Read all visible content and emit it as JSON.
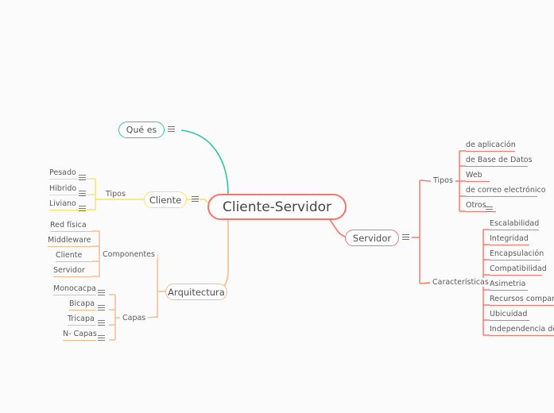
{
  "diagram": {
    "type": "mind-map",
    "background": "#fbfbfb",
    "root": {
      "label": "Cliente-Servidor",
      "color": "#fa7268"
    },
    "colors": {
      "root": "#fa7268",
      "que_es": "#2ec7a2",
      "cliente": "#f6e266",
      "arquitectura": "#f7b98a",
      "servidor": "#fa7268",
      "text": "#5a5a5a"
    },
    "branches": [
      {
        "id": "que-es",
        "label": "Qué es",
        "color": "#2ec7a2",
        "has_icon": true,
        "children": []
      },
      {
        "id": "cliente",
        "label": "Cliente",
        "color": "#f6e266",
        "has_icon": true,
        "groups": [
          {
            "label": "Tipos",
            "items": [
              {
                "label": "Pesado",
                "has_icon": true
              },
              {
                "label": "Hibrido",
                "has_icon": true
              },
              {
                "label": "Liviano",
                "has_icon": true
              }
            ]
          }
        ]
      },
      {
        "id": "arquitectura",
        "label": "Arquitectura",
        "color": "#f7b98a",
        "has_icon": false,
        "groups": [
          {
            "label": "Componentes",
            "items": [
              {
                "label": "Red física",
                "has_icon": false
              },
              {
                "label": "Middleware",
                "has_icon": false
              },
              {
                "label": "Cliente",
                "has_icon": false
              },
              {
                "label": "Servidor",
                "has_icon": false
              }
            ]
          },
          {
            "label": "Capas",
            "items": [
              {
                "label": "Monocacpa",
                "has_icon": true
              },
              {
                "label": "Bicapa",
                "has_icon": true
              },
              {
                "label": "Tricapa",
                "has_icon": true
              },
              {
                "label": "N- Capas",
                "has_icon": true
              }
            ]
          }
        ]
      },
      {
        "id": "servidor",
        "label": "Servidor",
        "color": "#fa7268",
        "has_icon": true,
        "groups": [
          {
            "label": "Tipos",
            "items": [
              {
                "label": "de aplicación",
                "has_icon": false
              },
              {
                "label": "de Base de Datos",
                "has_icon": false
              },
              {
                "label": "Web",
                "has_icon": false
              },
              {
                "label": "de correo electrónico",
                "has_icon": false
              },
              {
                "label": "Otros",
                "has_icon": true
              }
            ]
          },
          {
            "label": "Características",
            "items": [
              {
                "label": "Escalabilidad",
                "has_icon": false
              },
              {
                "label": "Integridad",
                "has_icon": false
              },
              {
                "label": "Encapsulación",
                "has_icon": false
              },
              {
                "label": "Compatibilidad",
                "has_icon": false
              },
              {
                "label": "Asimetria",
                "has_icon": false
              },
              {
                "label": "Recursos compartidos",
                "has_icon": false
              },
              {
                "label": "Ubicuidad",
                "has_icon": false
              },
              {
                "label": "Independencia de ubi",
                "has_icon": false
              }
            ]
          }
        ]
      }
    ]
  }
}
